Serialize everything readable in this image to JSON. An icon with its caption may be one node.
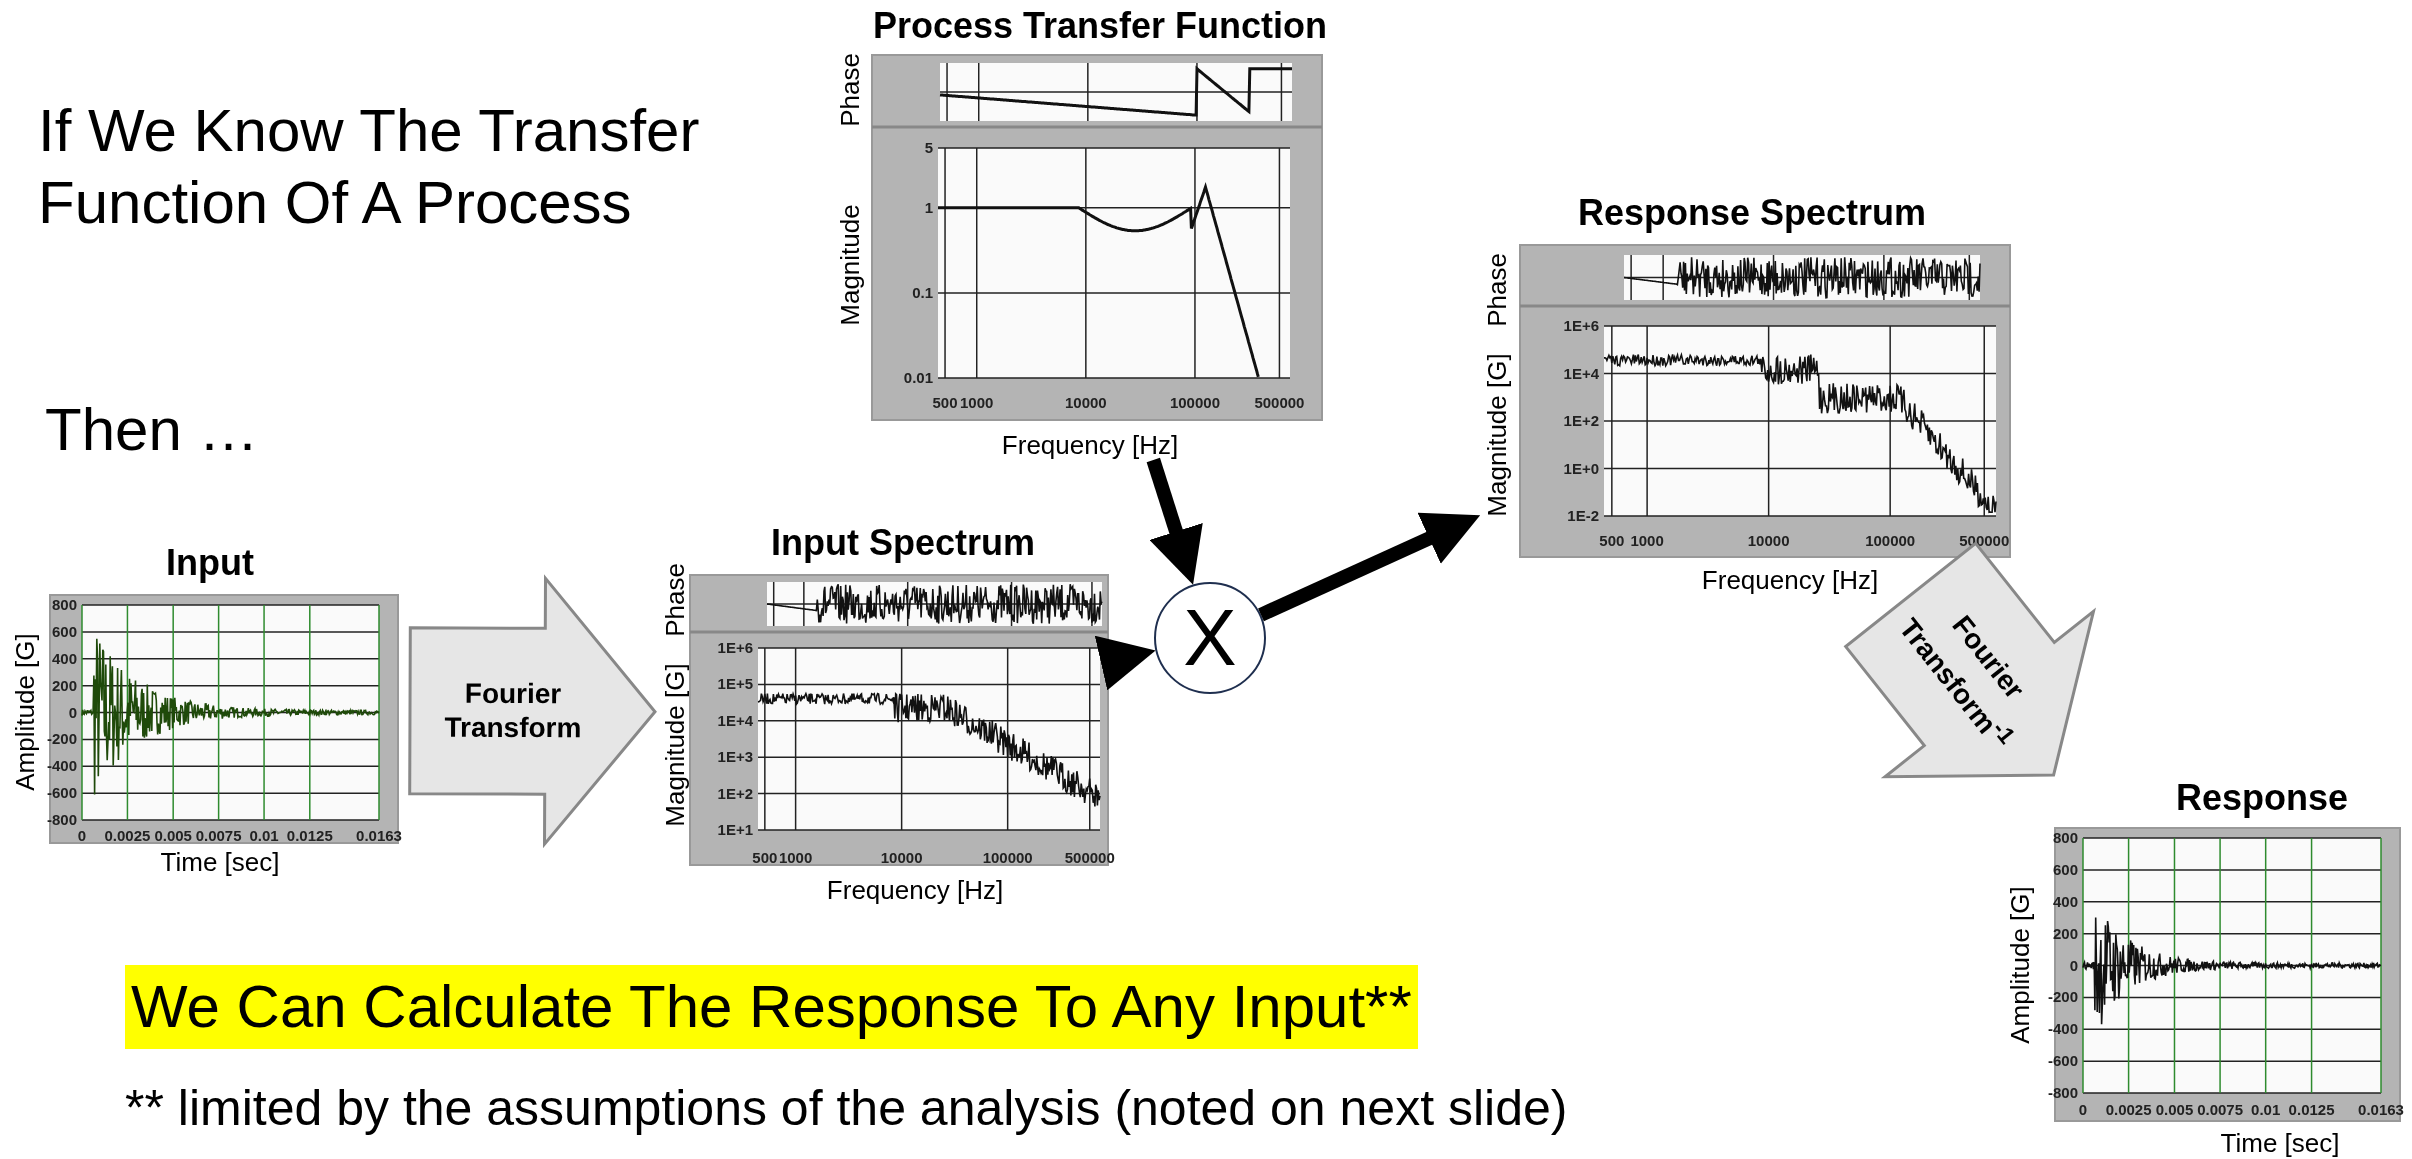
{
  "diagram": {
    "nodes": [
      {
        "text": [
          "Input"
        ],
        "beside": [
          "Amplitude [G]",
          "Time [sec]"
        ]
      },
      {
        "text": [
          "Input Spectrum"
        ],
        "beside": [
          "Phase",
          "Magnitude [G]",
          "Frequency [Hz]"
        ]
      },
      {
        "text": [
          "Process Transfer Function"
        ],
        "beside": [
          "Phase",
          "Magnitude",
          "Frequency [Hz]"
        ]
      },
      {
        "text": [
          "X"
        ]
      },
      {
        "text": [
          "Response Spectrum"
        ],
        "beside": [
          "Phase",
          "Magnitude [G]",
          "Frequency [Hz]"
        ]
      },
      {
        "text": [
          "Response"
        ],
        "beside": [
          "Amplitude [G]",
          "Time [sec]"
        ]
      }
    ],
    "edges": [
      {
        "from": 0,
        "to": 1,
        "arrow": "to",
        "label": "Fourier Transform",
        "color": "#e6e6e6"
      },
      {
        "from": 1,
        "to": 3,
        "arrow": "to"
      },
      {
        "from": 2,
        "to": 3,
        "arrow": "to"
      },
      {
        "from": 3,
        "to": 4,
        "arrow": "to"
      },
      {
        "from": 4,
        "to": 5,
        "arrow": "to",
        "label": "Fourier Transform$^{-1}$",
        "color": "#e6e6e6"
      }
    ],
    "labels": [
      "If We Know The Transfer Function Of A Process",
      "Then …",
      "800",
      "600",
      "400",
      "200",
      "0",
      "-200",
      "-400",
      "-600",
      "-800",
      "0",
      "0.0025",
      "0.005",
      "0.0075",
      "0.01",
      "0.0125",
      "0.0163",
      "1E+6",
      "1E+5",
      "1E+4",
      "1E+3",
      "1E+2",
      "1E+1",
      "500",
      "1000",
      "10000",
      "100000",
      "500000",
      "5",
      "1",
      "0.1",
      "0.01",
      "500",
      "1000",
      "10000",
      "100000",
      "500000",
      "1E+6",
      "1E+4",
      "1E+2",
      "1E+0",
      "1E-2",
      "500",
      "1000",
      "10000",
      "100000",
      "500000",
      "800",
      "600",
      "400",
      "200",
      "0",
      "-200",
      "-400",
      "-600",
      "-800",
      "0",
      "0.0025",
      "0.005",
      "0.0075",
      "0.01",
      "0.0125",
      "0.0163",
      "We Can Calculate The Response To Any Input**",
      "**  limited by the assumptions of the analysis (noted on next slide)"
    ]
  }
}
